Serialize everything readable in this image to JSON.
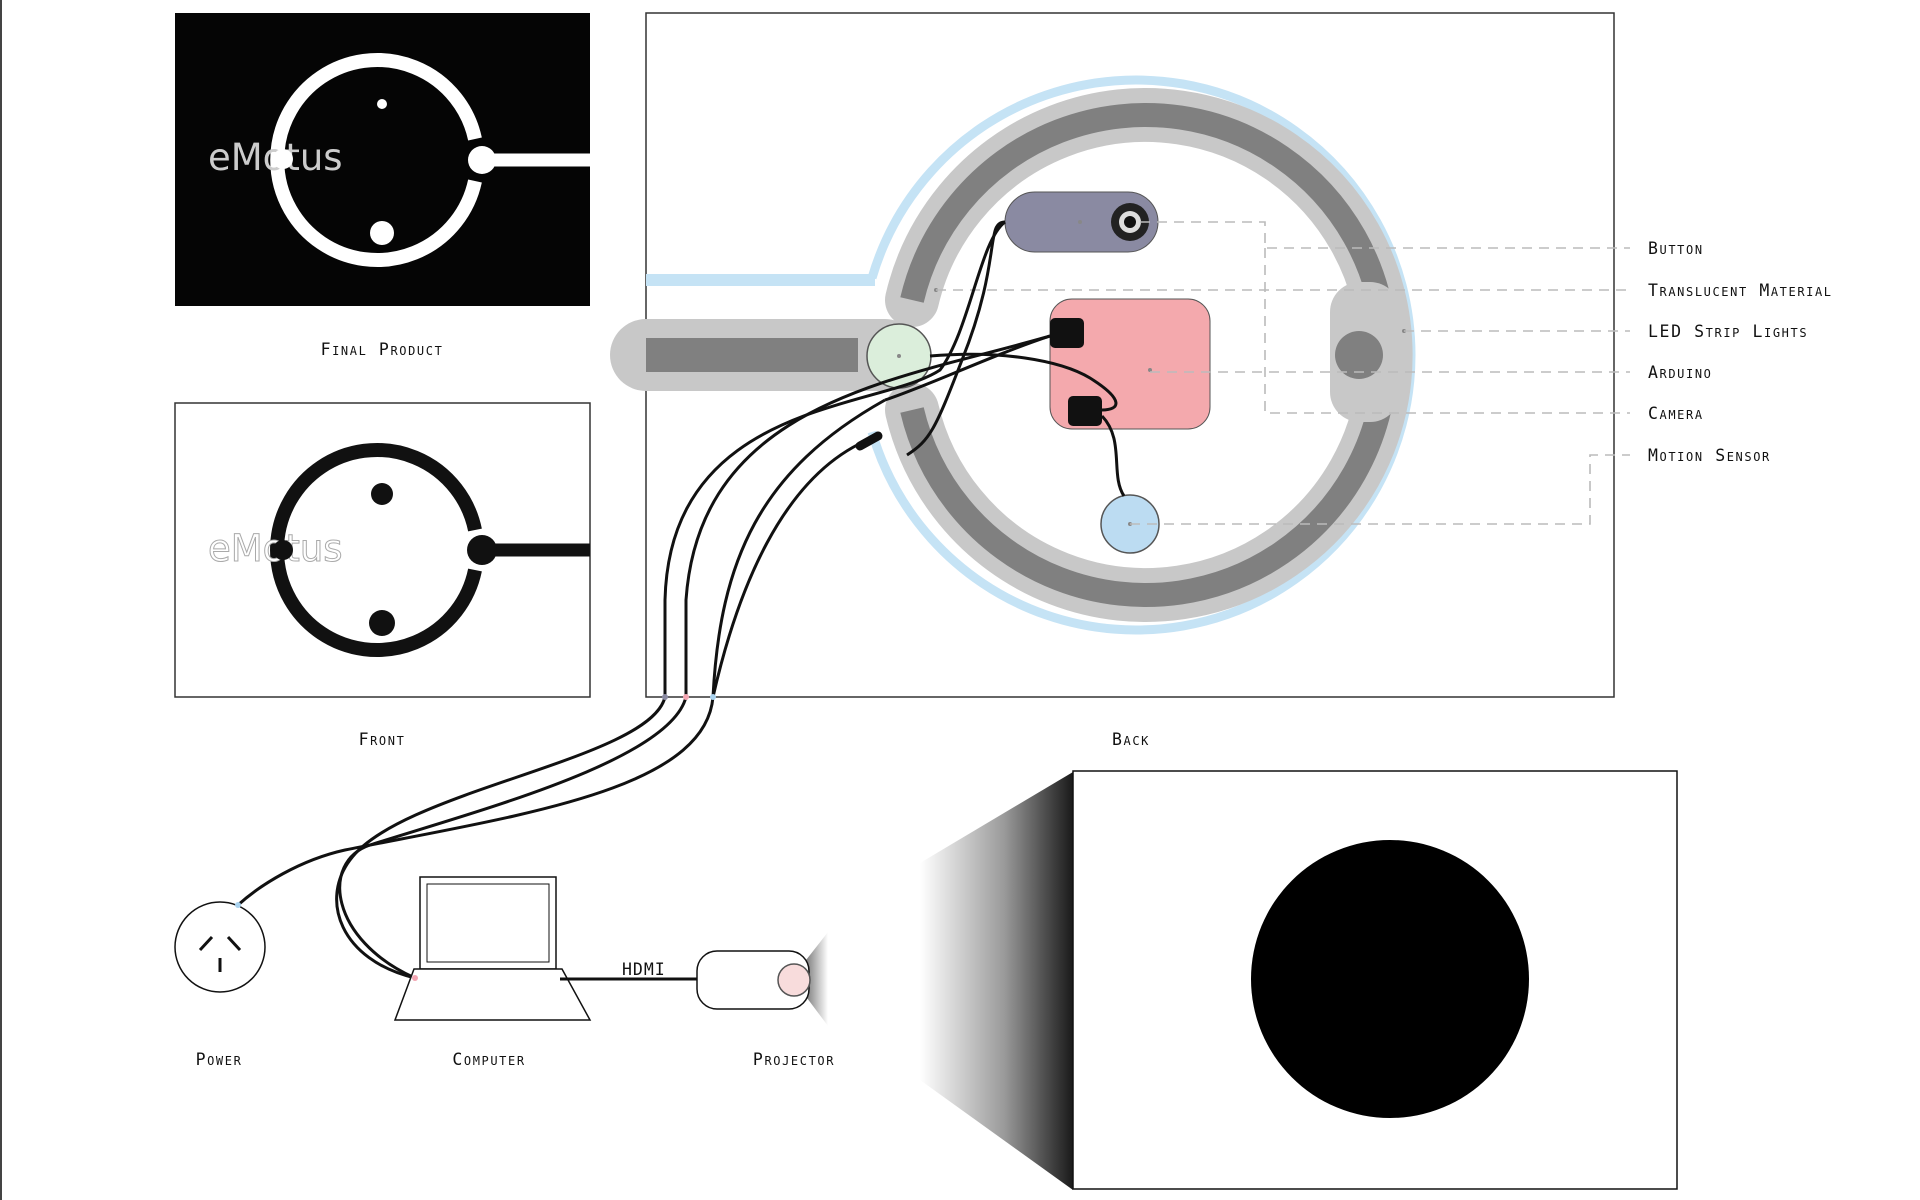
{
  "panels": {
    "final_product": {
      "label": "Final Product",
      "logo_text": "eMotus"
    },
    "front": {
      "label": "Front",
      "logo_text": "eMotus"
    },
    "back": {
      "label": "Back"
    }
  },
  "component_labels": [
    "Button",
    "Translucent Material",
    "LED Strip Lights",
    "Arduino",
    "Camera",
    "Motion Sensor"
  ],
  "devices": {
    "power": "Power",
    "computer": "Computer",
    "projector": "Projector",
    "hdmi": "HDMI"
  },
  "colors": {
    "ring_outer": "#c8c8c8",
    "ring_inner": "#808080",
    "translucent_glow": "#c5e3f5",
    "button_body": "#8a8aa2",
    "arduino": "#f4a9ad",
    "camera": "#dbeedb",
    "motion_sensor": "#bcdcf2",
    "cable_highlight_pink": "#f3a5b2",
    "cable_highlight_blue": "#a9d2ee"
  }
}
